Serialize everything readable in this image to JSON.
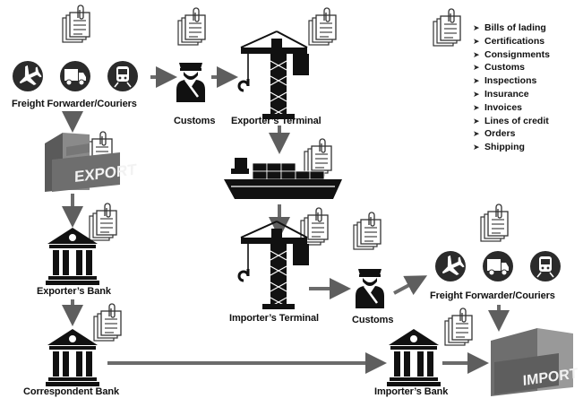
{
  "nodes": {
    "freight_forwarder_export": "Freight Forwarder/Couriers",
    "customs_export": "Customs",
    "exporters_terminal": "Exporter’s Terminal",
    "exporters_bank": "Exporter’s Bank",
    "importers_terminal": "Importer’s Terminal",
    "customs_import": "Customs",
    "freight_forwarder_import": "Freight Forwarder/Couriers",
    "correspondent_bank": "Correspondent Bank",
    "importers_bank": "Importer’s Bank"
  },
  "building_signs": {
    "export": "EXPORT",
    "import": "IMPORT"
  },
  "legend": {
    "items": [
      "Bills of lading",
      "Certifications",
      "Consignments",
      "Customs",
      "Inspections",
      "Insurance",
      "Invoices",
      "Lines of credit",
      "Orders",
      "Shipping"
    ]
  },
  "icons": {
    "document": "document-stack-icon",
    "plane": "airplane-icon",
    "truck": "truck-icon",
    "train": "train-icon",
    "officer": "customs-officer-icon",
    "crane": "port-crane-icon",
    "ship": "container-ship-icon",
    "bank": "bank-icon"
  },
  "colors": {
    "icon_dark": "#111111",
    "circle": "#2b2b2b",
    "arrow": "#6b6b6b",
    "document_paper": "#ffffff",
    "building": "#7a7a7a"
  }
}
